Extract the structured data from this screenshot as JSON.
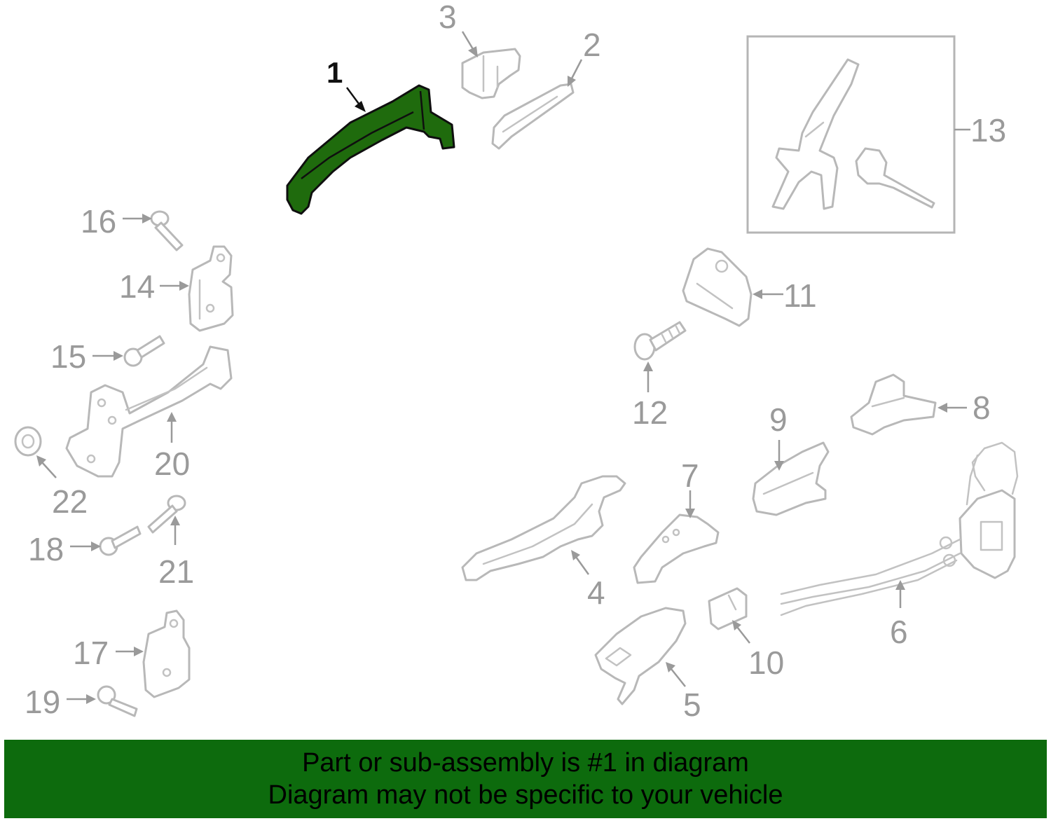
{
  "banner": {
    "line1": "Part or sub-assembly is #1 in diagram",
    "line2": "Diagram may not be specific to your vehicle"
  },
  "colors": {
    "highlight_part": "#1f6b0d",
    "banner_background": "#0d6b0d",
    "part_outline": "#b8b8b8",
    "callout_text": "#9a9a9a"
  },
  "highlighted_part": "1",
  "callouts": [
    "1",
    "2",
    "3",
    "4",
    "5",
    "6",
    "7",
    "8",
    "9",
    "10",
    "11",
    "12",
    "13",
    "14",
    "15",
    "16",
    "17",
    "18",
    "19",
    "20",
    "21",
    "22"
  ]
}
